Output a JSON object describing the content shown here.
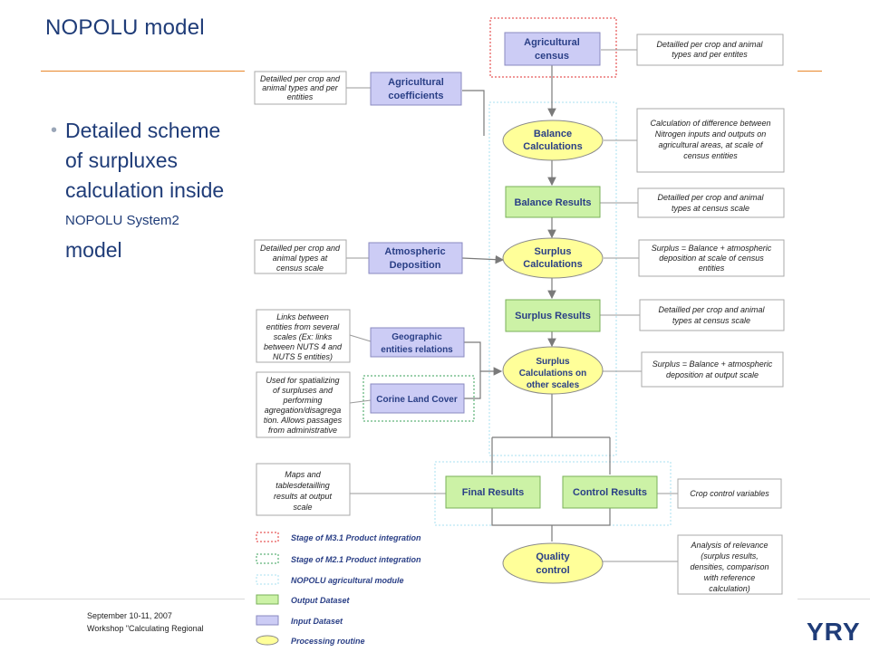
{
  "title": "NOPOLU model",
  "bullet": {
    "line1": "Detailed scheme",
    "line2": "of surpluxes",
    "line3": "calculation inside",
    "line4": "NOPOLU System2",
    "line5": "model"
  },
  "footer": {
    "date": "September 10-11, 2007",
    "workshop": "Workshop \"Calculating Regional"
  },
  "logo": "YRY",
  "colors": {
    "input_fill": "#ccccf5",
    "output_fill": "#ccf2a6",
    "process_fill": "#ffff99",
    "accent_rule": "#e8872a"
  },
  "diagram": {
    "agricultural_census": [
      "Agricultural",
      "census"
    ],
    "agricultural_coefficients": [
      "Agricultural",
      "coefficients"
    ],
    "balance_calculations": [
      "Balance",
      "Calculations"
    ],
    "balance_results": "Balance Results",
    "atmospheric_deposition": [
      "Atmospheric",
      "Deposition"
    ],
    "surplus_calculations": [
      "Surplus",
      "Calculations"
    ],
    "surplus_results": "Surplus Results",
    "geographic_entities": [
      "Geographic",
      "entities relations"
    ],
    "corine_land_cover": "Corine Land Cover",
    "surplus_other_scales": [
      "Surplus",
      "Calculations on",
      "other scales"
    ],
    "final_results": "Final Results",
    "control_results": "Control Results",
    "quality_control": [
      "Quality",
      "control"
    ]
  },
  "notes": {
    "census_note": [
      "Detailled per crop and animal",
      "types and per entites"
    ],
    "coeff_note": [
      "Detailled per crop and",
      "animal types and per",
      "entities"
    ],
    "balance_calc_note": [
      "Calculation of difference between",
      "Nitrogen inputs and outputs on",
      "agricultural areas, at scale of",
      "census entities"
    ],
    "balance_results_note": [
      "Detailled per crop and animal",
      "types at census scale"
    ],
    "atmos_note": [
      "Detailled per crop and",
      "animal types at",
      "census scale"
    ],
    "surplus_calc_note": [
      "Surplus = Balance + atmospheric",
      "deposition at scale of census",
      "entities"
    ],
    "surplus_results_note": [
      "Detailled per crop and animal",
      "types at census scale"
    ],
    "geo_note": [
      "Links between",
      "entities from several",
      "scales (Ex: links",
      "between NUTS 4 and",
      "NUTS 5 entities)"
    ],
    "corine_note": [
      "Used for spatializing",
      "of surpluses and",
      "performing",
      "agregation/disagrega",
      "tion. Allows passages",
      "from administrative"
    ],
    "other_scales_note": [
      "Surplus = Balance + atmospheric",
      "deposition at output scale"
    ],
    "final_note": [
      "Maps and",
      "tablesdetailling",
      "results at output",
      "scale"
    ],
    "control_note": [
      "Crop control variables"
    ],
    "quality_note": [
      "Analysis of relevance",
      "(surplus results,",
      "densities, comparison",
      "with reference",
      "calculation)"
    ]
  },
  "legend": {
    "m31": "Stage of M3.1 Product integration",
    "m21": "Stage of M2.1 Product integration",
    "module": "NOPOLU agricultural module",
    "output": "Output Dataset",
    "input": "Input Dataset",
    "process": "Processing routine"
  }
}
